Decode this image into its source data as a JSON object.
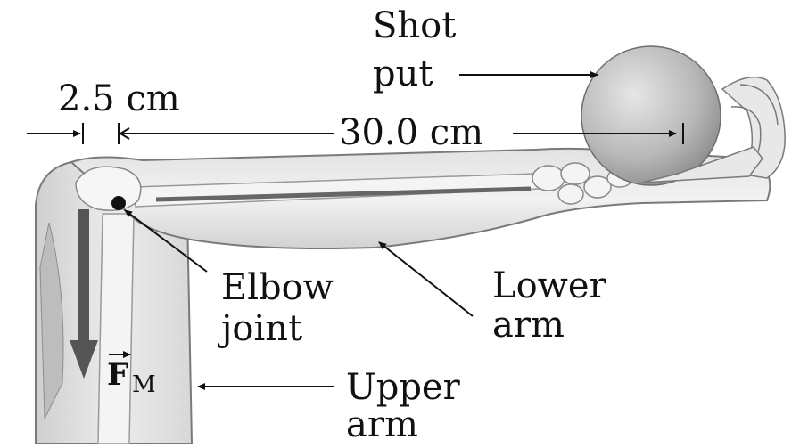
{
  "labels": {
    "shot_line1": "Shot",
    "shot_line2": "put",
    "dim_small": "2.5 cm",
    "dim_large": "30.0 cm",
    "elbow_line1": "Elbow",
    "elbow_line2": "joint",
    "lower_line1": "Lower",
    "lower_line2": "arm",
    "upper_line1": "Upper",
    "upper_line2": "arm",
    "force_symbol": "F",
    "force_subscript": "M"
  },
  "colors": {
    "ink": "#111111",
    "arm_fill": "#e9e9e9",
    "arm_outline": "#7a7a7a",
    "bone": "#f4f4f4",
    "ball_light": "#d6d6d6",
    "ball_dark": "#8a8a8a",
    "force_arrow": "#555555"
  }
}
